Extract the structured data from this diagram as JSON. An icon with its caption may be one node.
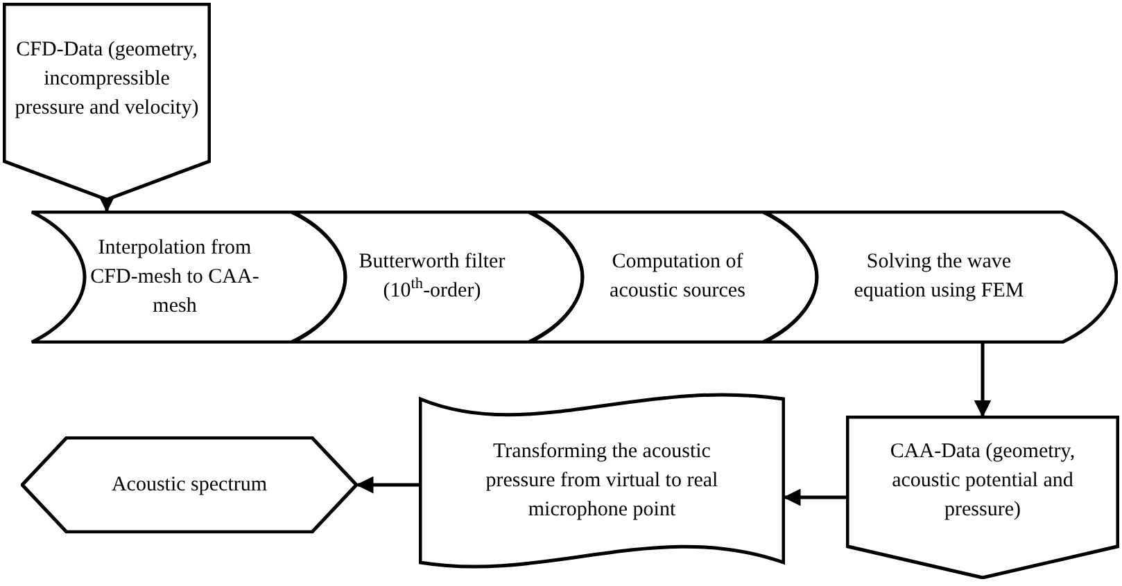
{
  "diagram": {
    "nodes": [
      {
        "text": [
          "CFD-Data (geometry, incompressible pressure and velocity)"
        ]
      },
      {
        "text": [
          "Interpolation from CFD-mesh to CAA-mesh"
        ]
      },
      {
        "text": [
          "Butterworth filter (10$^{th}$-order)"
        ]
      },
      {
        "text": [
          "Computation of acoustic sources"
        ]
      },
      {
        "text": [
          "Solving the wave equation using FEM"
        ]
      },
      {
        "text": [
          "CAA-Data (geometry, acoustic potential and pressure)"
        ]
      },
      {
        "text": [
          "Transforming the acoustic pressure from virtual to real microphone point"
        ]
      },
      {
        "text": [
          "Acoustic spectrum"
        ]
      }
    ],
    "edges": [
      {
        "from": 0,
        "to": 1,
        "arrow": "to"
      },
      {
        "from": 4,
        "to": 5,
        "arrow": "to"
      },
      {
        "from": 5,
        "to": 6,
        "arrow": "to"
      },
      {
        "from": 6,
        "to": 7,
        "arrow": "to"
      }
    ]
  }
}
